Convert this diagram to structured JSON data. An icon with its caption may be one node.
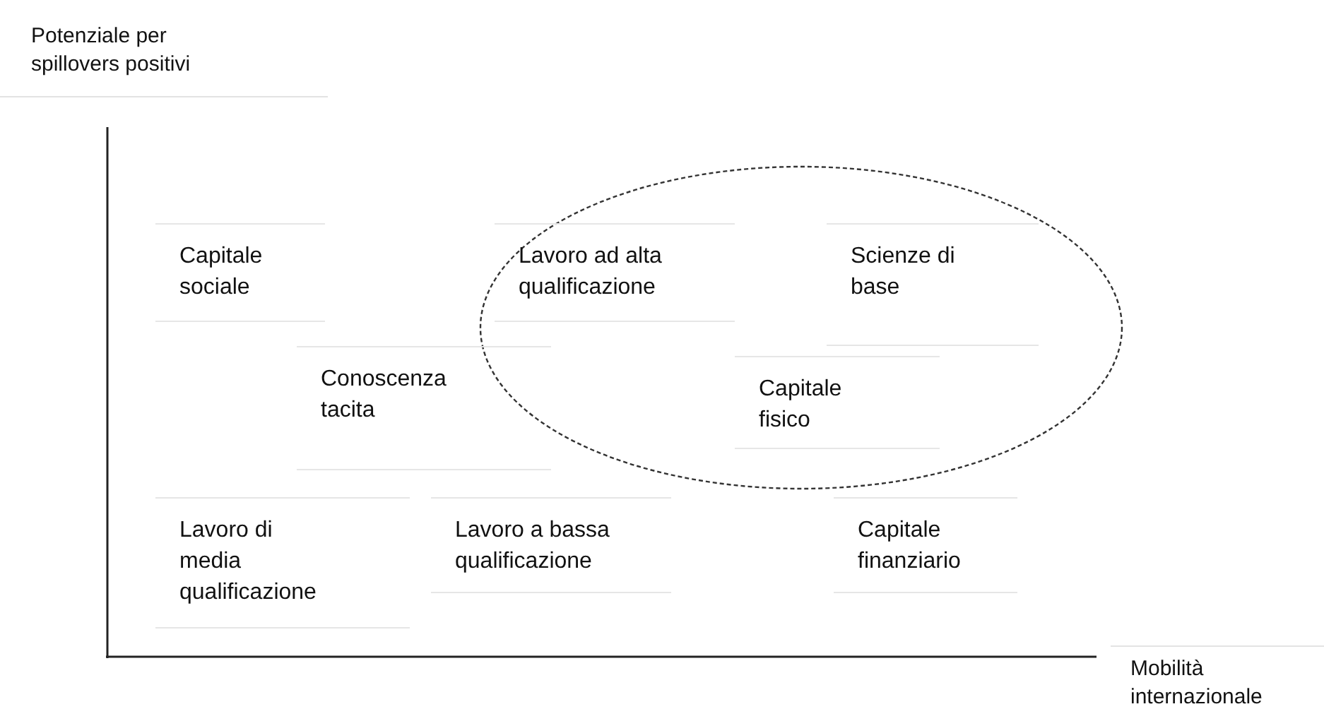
{
  "diagram": {
    "nodes": [
      {
        "text": [
          "Capitale sociale"
        ]
      },
      {
        "text": [],
        "shape": "ellipse"
      },
      {
        "text": [
          "Lavoro ad alta qualificazione"
        ],
        "in": 1
      },
      {
        "text": [
          "Scienze di base"
        ],
        "in": 1
      },
      {
        "text": [
          "Conoscenza tacita"
        ]
      },
      {
        "text": [
          "Capitale fisico"
        ],
        "in": 1
      },
      {
        "text": [
          "Lavoro di media qualificazione"
        ]
      },
      {
        "text": [
          "Lavoro a bassa qualificazione"
        ]
      },
      {
        "text": [
          "Capitale finanziario"
        ]
      }
    ],
    "edges": [],
    "labels": [
      "Potenziale per spillovers positivi",
      "Mobilità internazionale"
    ]
  }
}
